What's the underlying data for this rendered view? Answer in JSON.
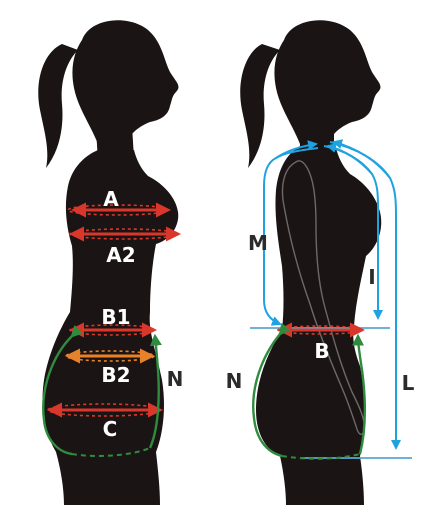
{
  "labels": {
    "a": "A",
    "a2": "A2",
    "b1": "B1",
    "b2": "B2",
    "c": "C",
    "n_left": "N",
    "n_right": "N",
    "m": "M",
    "b": "B",
    "i": "I",
    "l": "L"
  },
  "colors": {
    "silhouette": "#1a1414",
    "red": "#d9372b",
    "orange": "#e8822a",
    "green": "#2f8c3e",
    "blue": "#1fa3e0",
    "label_light": "#ffffff",
    "label_dark": "#2b2b2b"
  }
}
